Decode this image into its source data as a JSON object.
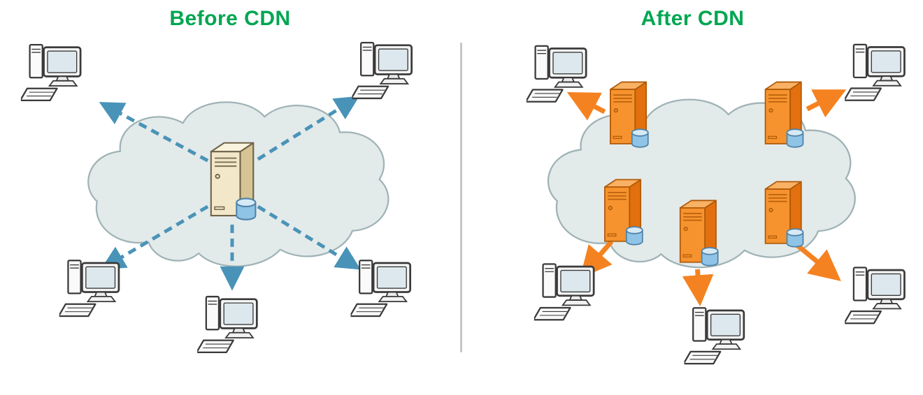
{
  "panels": {
    "before": {
      "title": "Before CDN",
      "server_count": 1,
      "client_count": 5,
      "arrow_style": "dashed"
    },
    "after": {
      "title": "After CDN",
      "server_count": 5,
      "client_count": 5,
      "arrow_style": "solid"
    }
  },
  "colors": {
    "title_green": "#00a651",
    "before_arrow_blue": "#4a93b8",
    "after_arrow_orange": "#f58220",
    "origin_server_beige": "#f2e8c9",
    "edge_server_orange": "#f6932e",
    "database_cylinder_blue": "#8fc4e6",
    "cloud_fill": "#e3eaea",
    "cloud_outline": "#9fb3b6",
    "divider_gray": "#c6c6c6"
  },
  "icons": {
    "client": "desktop-computer-icon",
    "server": "tower-server-with-database-icon",
    "network": "cloud-shape"
  }
}
